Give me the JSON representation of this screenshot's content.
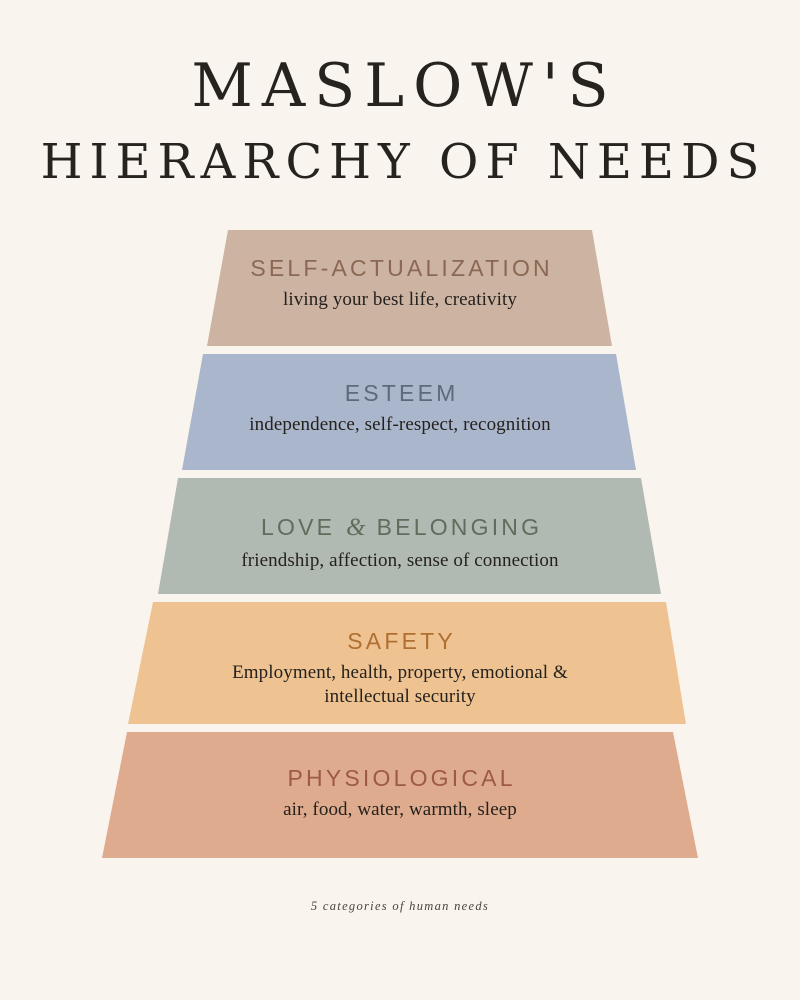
{
  "background_color": "#f9f4ed",
  "title": {
    "line1": "MASLOW'S",
    "line2": "HIERARCHY OF NEEDS",
    "color": "#26231f"
  },
  "footer": {
    "caption": "5 categories of human needs"
  },
  "chart_data": {
    "type": "pyramid",
    "title": "MASLOW'S HIERARCHY OF NEEDS",
    "subtitle": "5 categories of human needs",
    "order": "top-to-bottom",
    "levels": 5,
    "tiers": [
      {
        "rank": 5,
        "heading": "SELF-ACTUALIZATION",
        "description": "living your best life, creativity",
        "fill": "#cdb3a2",
        "heading_color": "#8a6853"
      },
      {
        "rank": 4,
        "heading": "ESTEEM",
        "description": "independence, self-respect, recognition",
        "fill": "#aab6cb",
        "heading_color": "#5d6a7c"
      },
      {
        "rank": 3,
        "heading_before_amp": "LOVE",
        "ampersand": "&",
        "heading_after_amp": "BELONGING",
        "heading": "LOVE & BELONGING",
        "description": "friendship, affection, sense of connection",
        "fill": "#b1bab2",
        "heading_color": "#5f6d5d"
      },
      {
        "rank": 2,
        "heading": "SAFETY",
        "description_line1": "Employment, health, property, emotional &",
        "description_line2": "intellectual security",
        "description": "Employment, health, property, emotional & intellectual security",
        "fill": "#eec391",
        "heading_color": "#b06f32"
      },
      {
        "rank": 1,
        "heading": "PHYSIOLOGICAL",
        "description": "air, food, water, warmth, sleep",
        "fill": "#dfab8e",
        "heading_color": "#9d5a44"
      }
    ]
  }
}
